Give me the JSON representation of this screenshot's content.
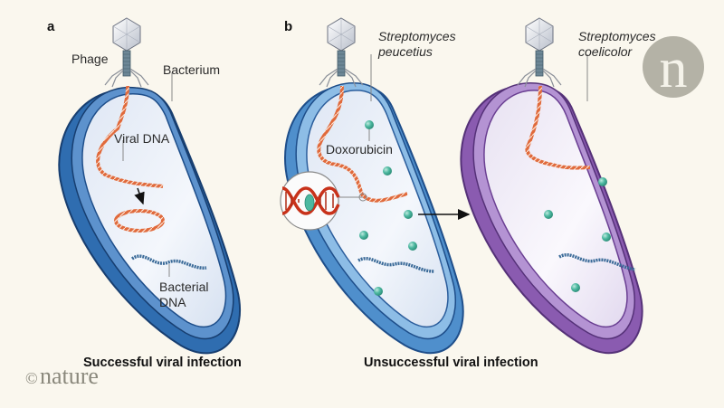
{
  "figure": {
    "panel_a": {
      "letter": "a",
      "labels": {
        "phage": "Phage",
        "bacterium": "Bacterium",
        "viral_dna": "Viral DNA",
        "bacterial_dna_line1": "Bacterial",
        "bacterial_dna_line2": "DNA"
      },
      "caption": "Successful viral infection",
      "cell_color": "#2f6db0"
    },
    "panel_b": {
      "letter": "b",
      "left_cell": {
        "species_line1": "Streptomyces",
        "species_line2": "peucetius",
        "molecule_label": "Doxorubicin",
        "cell_color": "#4f8fcc"
      },
      "right_cell": {
        "species_line1": "Streptomyces",
        "species_line2": "coelicolor",
        "cell_color": "#8a5bb0"
      },
      "caption": "Unsuccessful viral infection"
    },
    "colors": {
      "background": "#faf7ee",
      "viral_dna": "#e06a3c",
      "bacterial_dna": "#3a6a98",
      "doxorubicin": "#4cb8a0"
    },
    "credit": {
      "copyright_symbol": "©",
      "publisher": "nature",
      "logo_letter": "n"
    }
  }
}
